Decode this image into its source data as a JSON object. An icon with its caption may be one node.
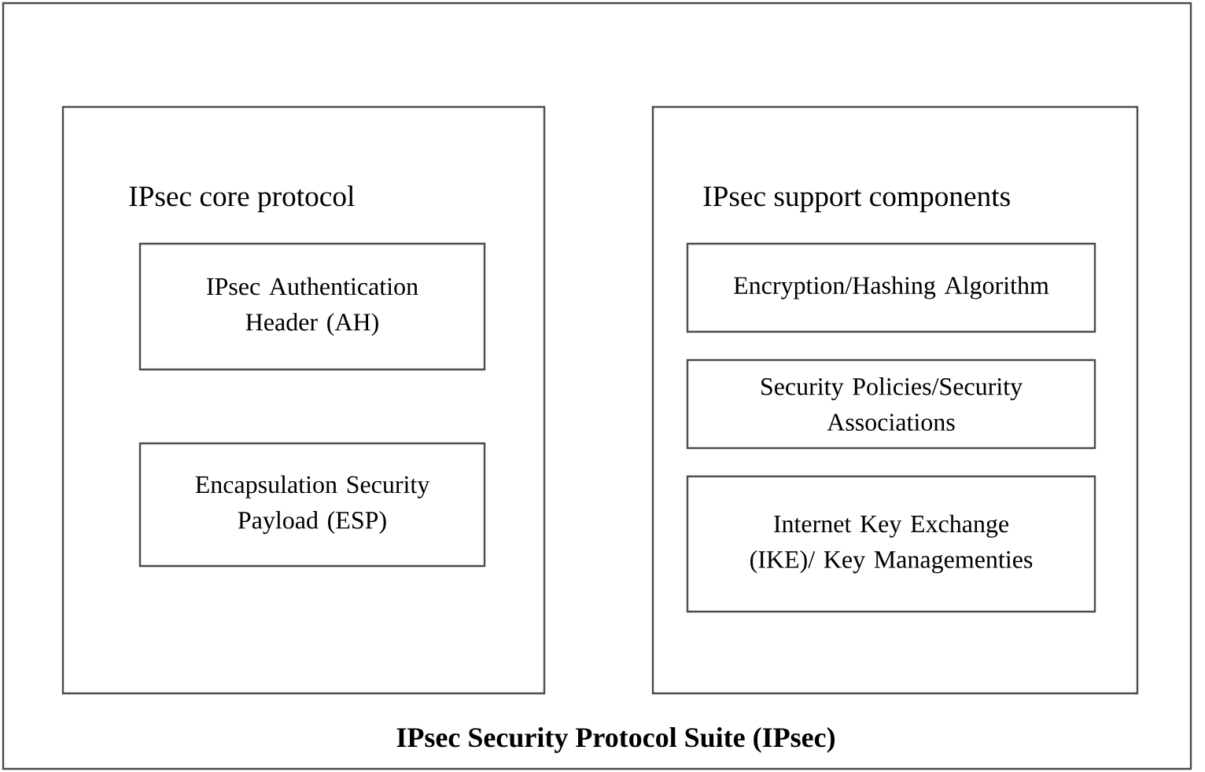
{
  "diagram": {
    "nodes": [
      {
        "text": [
          "IPsec Security Protocol Suite (IPsec)"
        ]
      },
      {
        "text": [
          "IPsec core protocol"
        ],
        "in": 0
      },
      {
        "text": [
          "IPsec Authentication Header (AH)"
        ],
        "in": 1
      },
      {
        "text": [
          "Encapsulation Security Payload (ESP)"
        ],
        "in": 1
      },
      {
        "text": [
          "IPsec support components"
        ],
        "in": 0
      },
      {
        "text": [
          "Encryption/Hashing Algorithm"
        ],
        "in": 4
      },
      {
        "text": [
          "Security Policies/Security Associations"
        ],
        "in": 4
      },
      {
        "text": [
          "Internet Key Exchange (IKE)/ Key Managementies"
        ],
        "in": 4
      }
    ]
  }
}
